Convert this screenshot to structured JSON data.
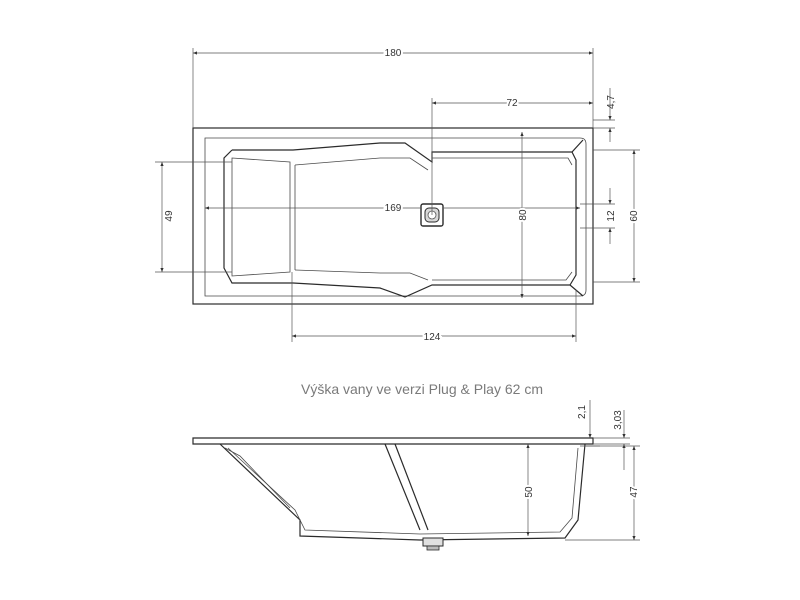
{
  "caption": "Výška vany ve verzi Plug & Play 62 cm",
  "top_view": {
    "dim_length": "180",
    "dim_drain_offset": "72",
    "dim_rim": "4,7",
    "dim_inner_length": "169",
    "dim_inner_width": "80",
    "dim_drain_width": "12",
    "dim_width": "60",
    "dim_backrest": "49",
    "dim_bottom_length": "124"
  },
  "side_view": {
    "dim_rim_top": "2,1",
    "dim_rim_total": "3,03",
    "dim_depth": "50",
    "dim_height": "47"
  }
}
